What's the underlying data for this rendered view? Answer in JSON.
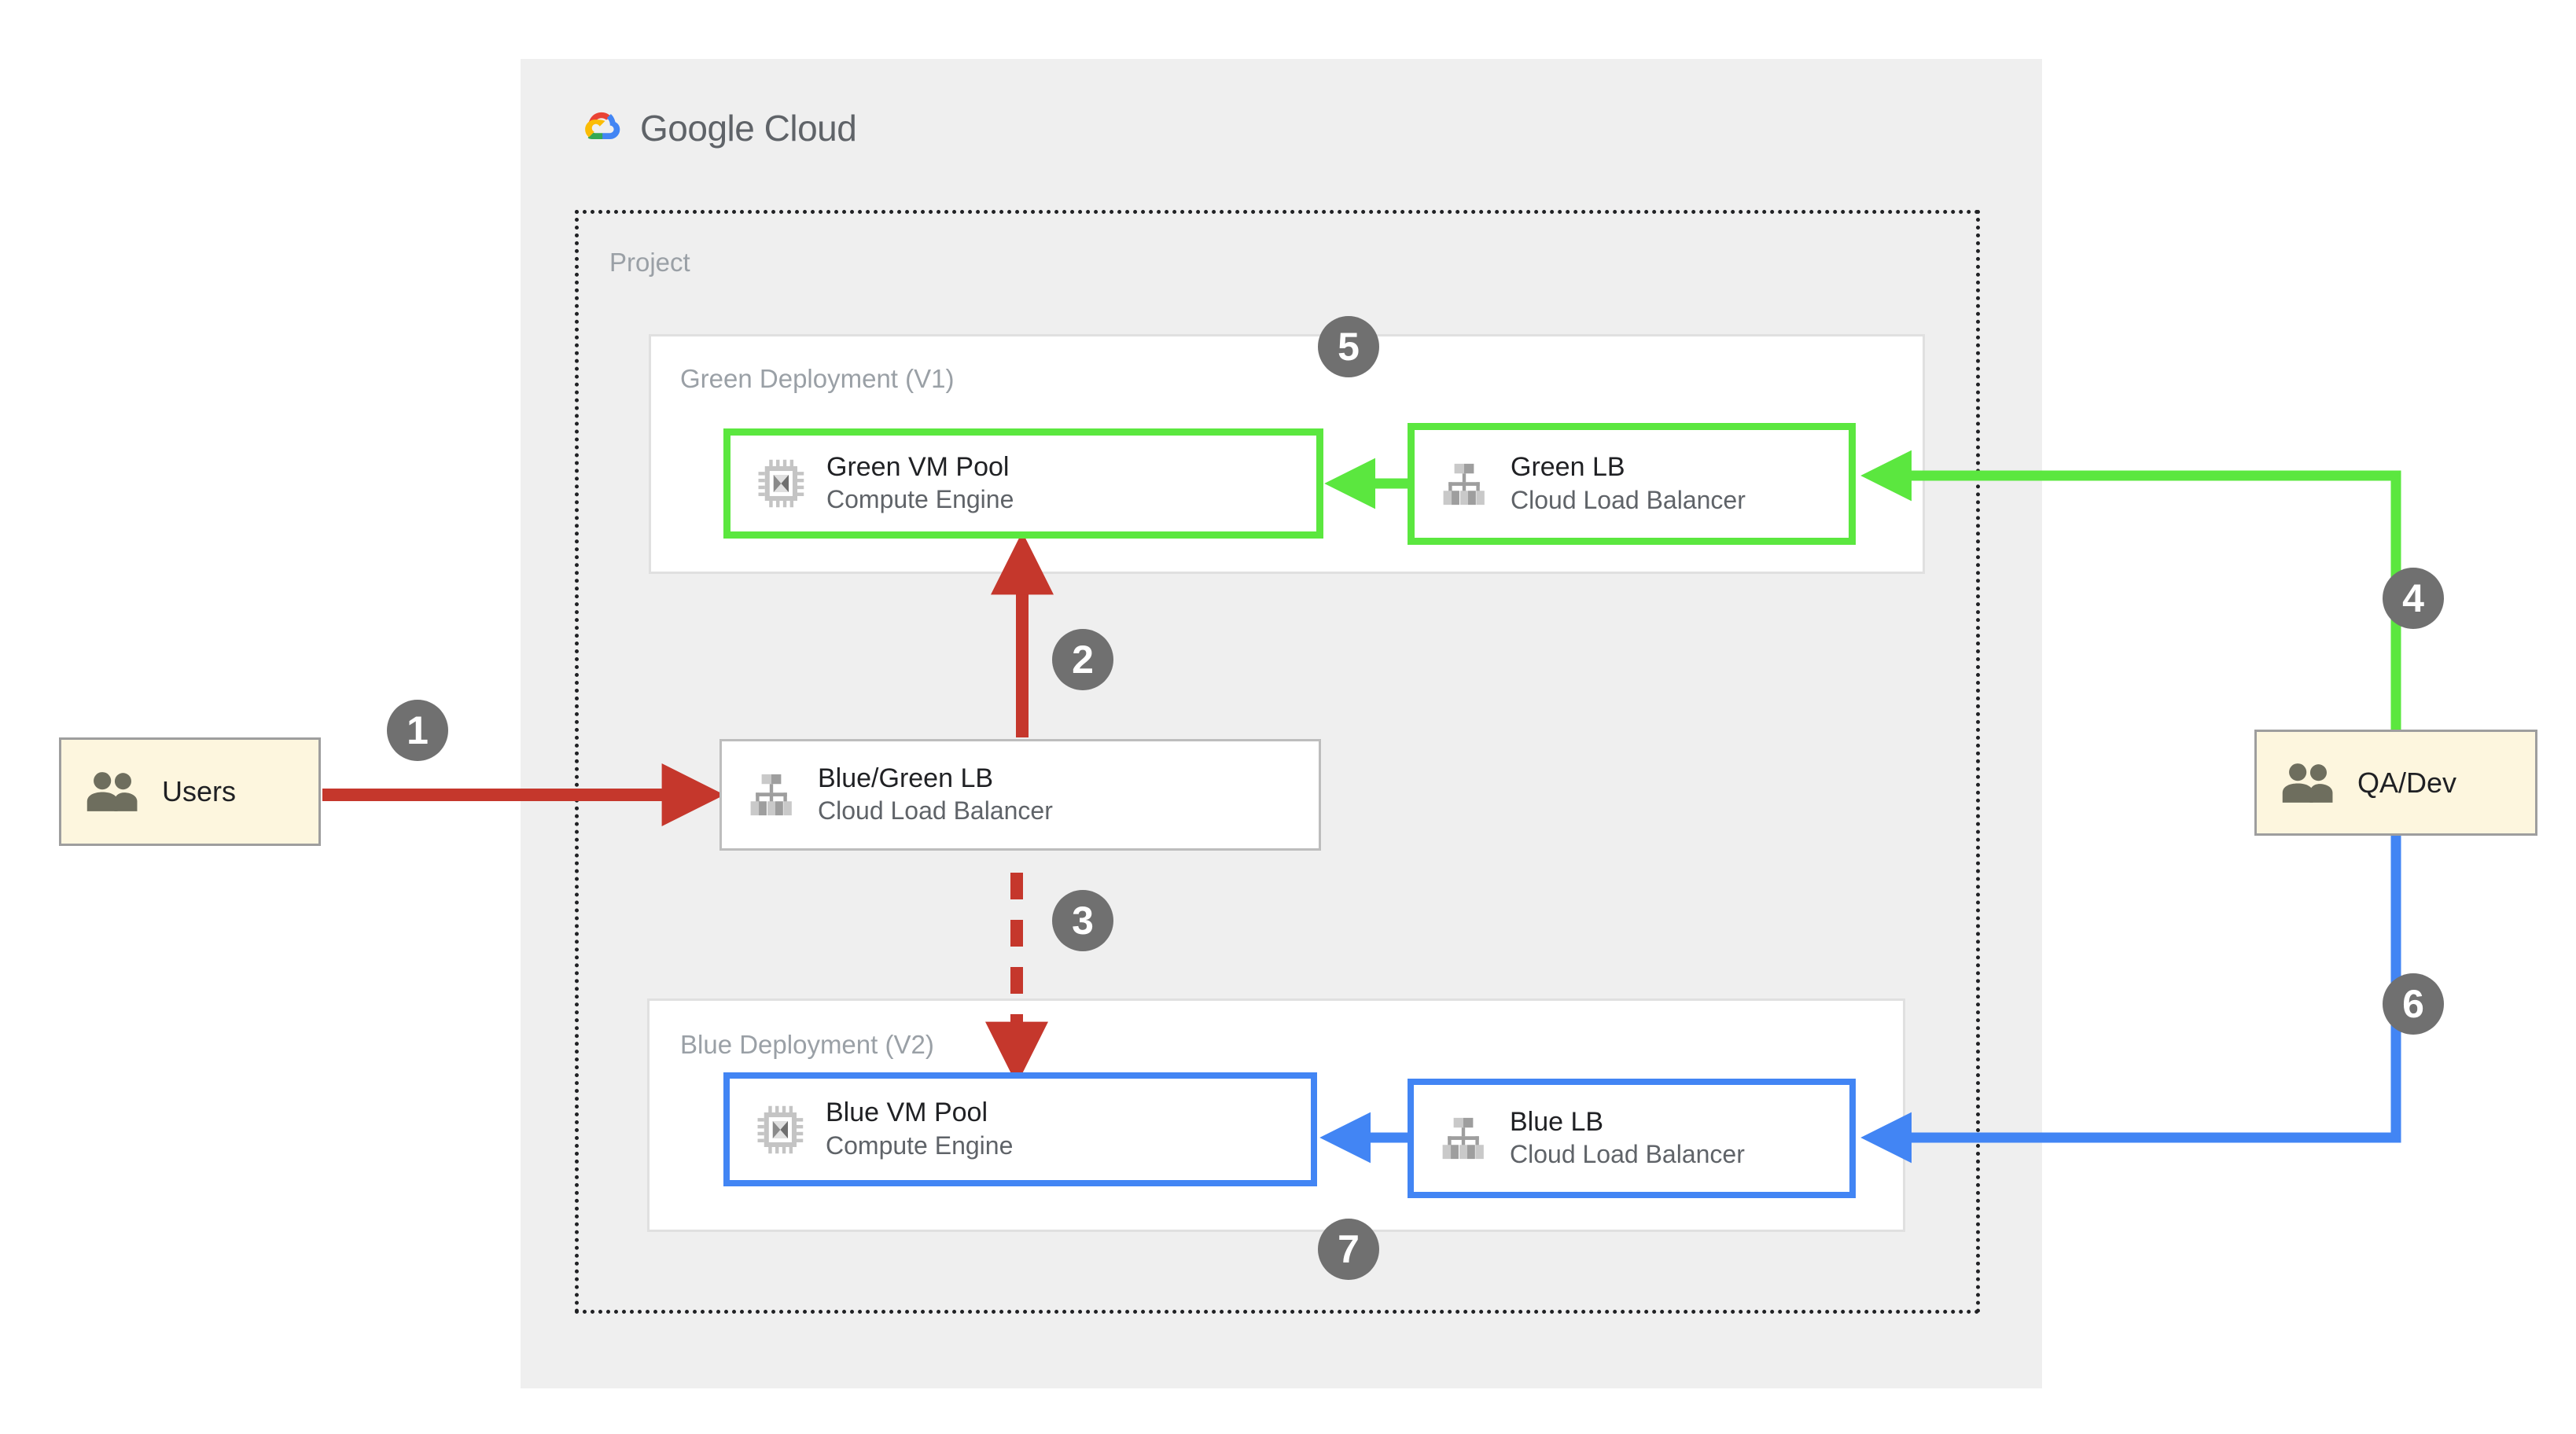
{
  "header": {
    "brand_primary": "Google",
    "brand_secondary": "Cloud",
    "logo_icon": "google-cloud-logo"
  },
  "project": {
    "label": "Project"
  },
  "deployments": [
    {
      "id": "green",
      "title": "Green Deployment (V1)",
      "accent": "#5BE73F",
      "nodes": [
        {
          "id": "green-vm-pool",
          "title": "Green VM Pool",
          "subtitle": "Compute Engine",
          "icon": "cpu-icon"
        },
        {
          "id": "green-lb",
          "title": "Green LB",
          "subtitle": "Cloud Load Balancer",
          "icon": "load-balancer-icon"
        }
      ]
    },
    {
      "id": "blue",
      "title": "Blue Deployment (V2)",
      "accent": "#4285F4",
      "nodes": [
        {
          "id": "blue-vm-pool",
          "title": "Blue VM Pool",
          "subtitle": "Compute Engine",
          "icon": "cpu-icon"
        },
        {
          "id": "blue-lb",
          "title": "Blue LB",
          "subtitle": "Cloud Load Balancer",
          "icon": "load-balancer-icon"
        }
      ]
    }
  ],
  "router": {
    "id": "bluegreen-lb",
    "title": "Blue/Green LB",
    "subtitle": "Cloud Load Balancer",
    "icon": "load-balancer-icon"
  },
  "actors": [
    {
      "id": "users",
      "label": "Users",
      "icon": "users-icon",
      "fill": "#FDF6DE"
    },
    {
      "id": "qadev",
      "label": "QA/Dev",
      "icon": "users-icon",
      "fill": "#FDF6DE"
    }
  ],
  "steps": [
    {
      "number": "1",
      "flow": "Users to Blue/Green LB",
      "color": "#C5372C",
      "style": "solid"
    },
    {
      "number": "2",
      "flow": "Blue/Green LB to Green VM Pool",
      "color": "#C5372C",
      "style": "solid"
    },
    {
      "number": "3",
      "flow": "Blue/Green LB to Blue VM Pool",
      "color": "#C5372C",
      "style": "dashed"
    },
    {
      "number": "4",
      "flow": "QA/Dev to Green LB",
      "color": "#5BE73F",
      "style": "solid"
    },
    {
      "number": "5",
      "flow": "Green LB to Green VM Pool",
      "color": "#5BE73F",
      "style": "solid"
    },
    {
      "number": "6",
      "flow": "QA/Dev to Blue LB",
      "color": "#4285F4",
      "style": "solid"
    },
    {
      "number": "7",
      "flow": "Blue LB to Blue VM Pool",
      "color": "#4285F4",
      "style": "solid"
    }
  ],
  "colors": {
    "panel_bg": "#efefef",
    "card_bg": "#ffffff",
    "card_border": "#e0e0e0",
    "muted_text": "#9aa0a6",
    "body_text": "#202124",
    "badge_bg": "#707070",
    "red_flow": "#C5372C",
    "green_flow": "#5BE73F",
    "blue_flow": "#4285F4",
    "actor_fill": "#FDF6DE"
  }
}
